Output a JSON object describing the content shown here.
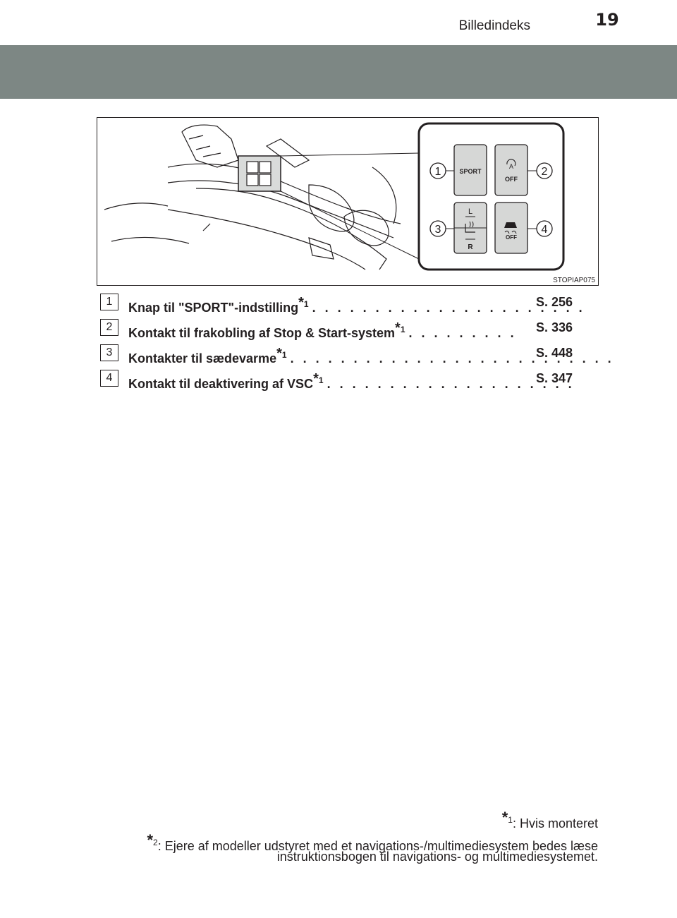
{
  "header": {
    "section_title": "Billedindeks",
    "page_number": "19"
  },
  "figure": {
    "code": "STOPIAP075",
    "callouts": [
      "1",
      "2",
      "3",
      "4"
    ],
    "button_labels": {
      "sport": "SPORT",
      "stop_start_letter": "A",
      "stop_start_off": "OFF",
      "seat_left": "L",
      "seat_right": "R",
      "vsc_off": "OFF"
    }
  },
  "items": [
    {
      "num": "1",
      "text": "Knap til \"SPORT\"-indstilling",
      "star": "*",
      "sup": "1",
      "dots": ". . . . . . . . . . . . . . . . . . . . . .",
      "page": "S. 256"
    },
    {
      "num": "2",
      "text": "Kontakt til frakobling af Stop & Start-system",
      "star": "*",
      "sup": "1",
      "dots": ". . . . . . . . .",
      "page": "S. 336"
    },
    {
      "num": "3",
      "text": "Kontakter til sædevarme",
      "star": "*",
      "sup": "1",
      "dots": ". . . . . . . . . . . . . . . . . . . . . . . . . .",
      "page": "S. 448"
    },
    {
      "num": "4",
      "text": "Kontakt til deaktivering af VSC",
      "star": "*",
      "sup": "1",
      "dots": ". . . . . . . . . . . . . . . . . . . .",
      "page": "S. 347"
    }
  ],
  "footnotes": [
    {
      "star": "*",
      "sup": "1",
      "text": ": Hvis monteret"
    },
    {
      "star": "*",
      "sup": "2",
      "text": ": Ejere af modeller udstyret med et navigations-/multimediesystem bedes læse",
      "text2": "instruktionsbogen til navigations- og multimediesystemet."
    }
  ]
}
